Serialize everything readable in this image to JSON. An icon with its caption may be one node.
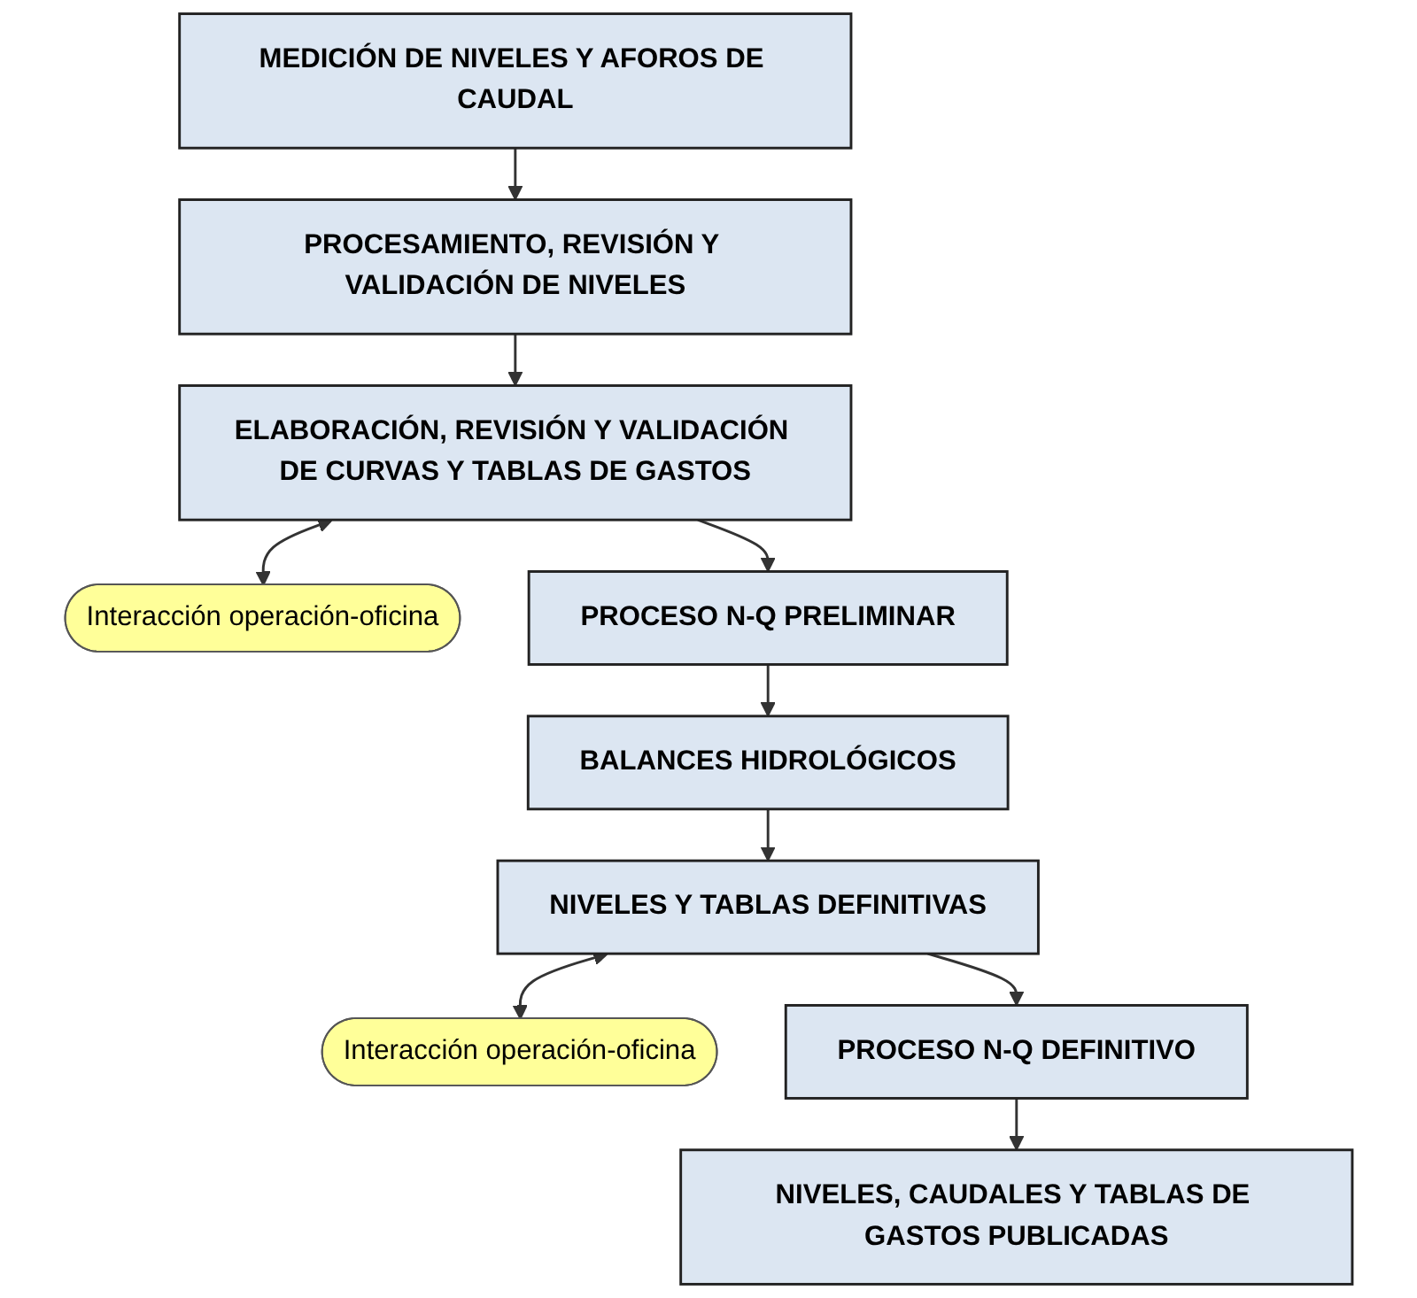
{
  "diagram": {
    "nodes": [
      {
        "text": [
          "MEDICIÓN DE NIVELES Y AFOROS DE CAUDAL"
        ]
      },
      {
        "text": [
          "PROCESAMIENTO, REVISIÓN Y VALIDACIÓN DE NIVELES"
        ]
      },
      {
        "text": [
          "ELABORACIÓN, REVISIÓN Y VALIDACIÓN DE CURVAS Y TABLAS DE GASTOS"
        ]
      },
      {
        "text": [
          "Interacción operación-oficina"
        ]
      },
      {
        "text": [
          "PROCESO N-Q PRELIMINAR"
        ]
      },
      {
        "text": [
          "BALANCES HIDROLÓGICOS"
        ]
      },
      {
        "text": [
          "NIVELES Y TABLAS DEFINITIVAS"
        ]
      },
      {
        "text": [
          "Interacción operación-oficina"
        ]
      },
      {
        "text": [
          "PROCESO N-Q DEFINITIVO"
        ]
      },
      {
        "text": [
          "NIVELES, CAUDALES Y TABLAS DE GASTOS PUBLICADAS"
        ]
      }
    ],
    "edges": [
      {
        "from": 0,
        "to": 1,
        "arrow": "to"
      },
      {
        "from": 1,
        "to": 2,
        "arrow": "to"
      },
      {
        "from": 2,
        "to": 3,
        "arrow": "both"
      },
      {
        "from": 2,
        "to": 4,
        "arrow": "to"
      },
      {
        "from": 4,
        "to": 5,
        "arrow": "to"
      },
      {
        "from": 5,
        "to": 6,
        "arrow": "to"
      },
      {
        "from": 6,
        "to": 7,
        "arrow": "both"
      },
      {
        "from": 6,
        "to": 8,
        "arrow": "to"
      },
      {
        "from": 8,
        "to": 9,
        "arrow": "to"
      }
    ]
  }
}
